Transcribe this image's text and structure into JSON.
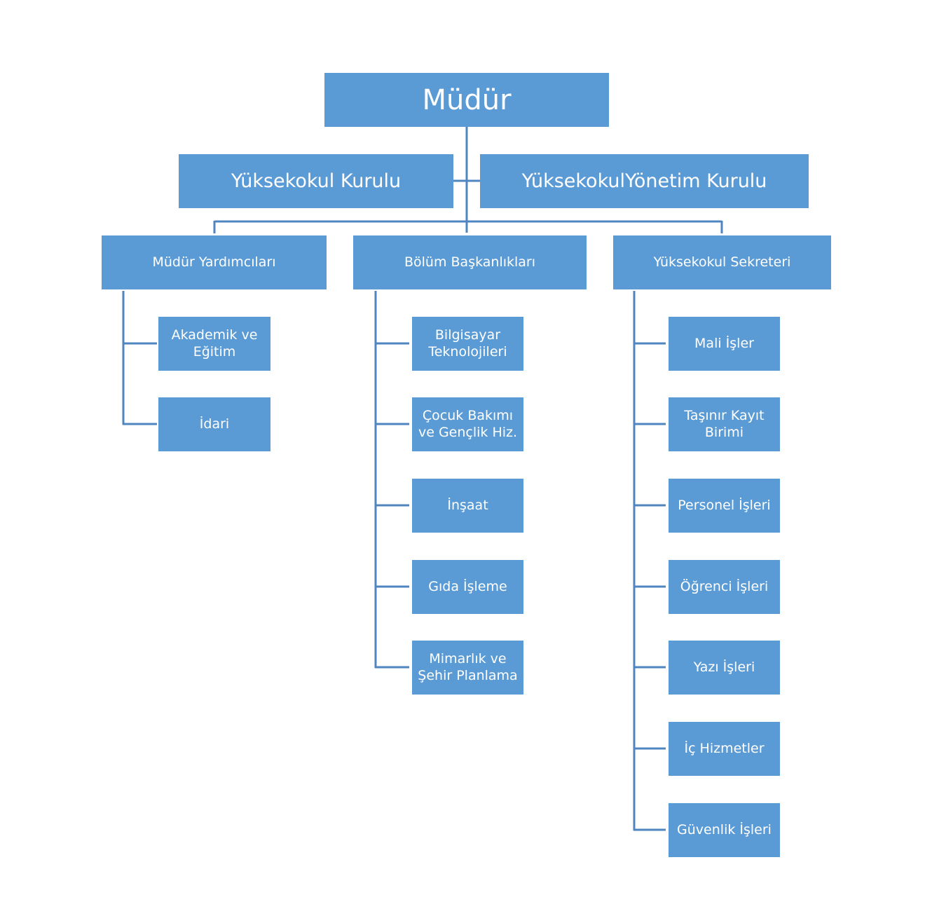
{
  "director": "Müdür",
  "boards": {
    "left": "Yüksekokul Kurulu",
    "right": "YüksekokulYönetim Kurulu"
  },
  "branches": [
    {
      "label": "Müdür Yardımcıları",
      "children": [
        "Akademik  ve\nEğitim",
        "İdari"
      ]
    },
    {
      "label": "Bölüm Başkanlıkları",
      "children": [
        "Bilgisayar\nTeknolojileri",
        "Çocuk Bakımı\nve Gençlik Hiz.",
        "İnşaat",
        "Gıda İşleme",
        "Mimarlık ve\nŞehir Planlama"
      ]
    },
    {
      "label": "Yüksekokul Sekreteri",
      "children": [
        "Mali İşler",
        "Taşınır Kayıt\nBirimi",
        "Personel İşleri",
        "Öğrenci  İşleri",
        "Yazı İşleri",
        "İç Hizmetler",
        "Güvenlik İşleri"
      ]
    }
  ],
  "colors": {
    "box": "#5b9bd5",
    "line": "#4f86c0",
    "text": "#ffffff"
  }
}
